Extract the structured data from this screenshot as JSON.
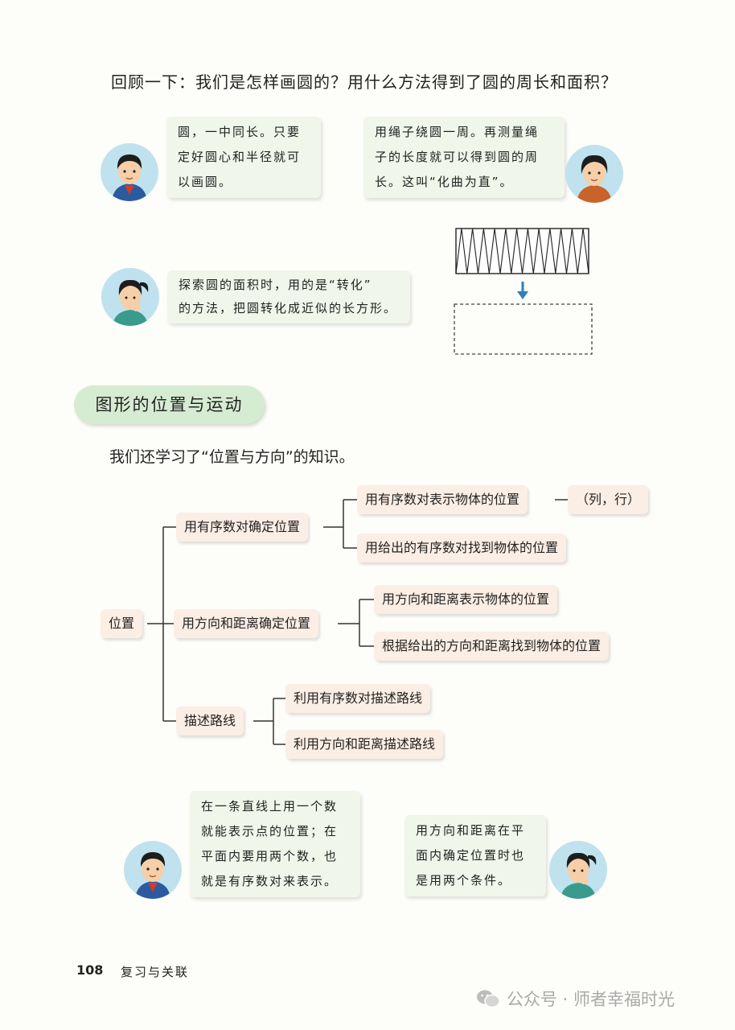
{
  "question": "回顾一下：我们是怎样画圆的？用什么方法得到了圆的周长和面积？",
  "bubbles": {
    "b1": [
      "圆，一中同长。只要",
      "定好圆心和半径就可",
      "以画圆。"
    ],
    "b2": [
      "用绳子绕圆一周。再测量绳",
      "子的长度就可以得到圆的周",
      "长。这叫“化曲为直”。"
    ],
    "b3": [
      "探索圆的面积时，用的是“转化”",
      "的方法，把圆转化成近似的长方形。"
    ],
    "b4": [
      "在一条直线上用一个数",
      "就能表示点的位置；在",
      "平面内要用两个数，也",
      "就是有序数对来表示。"
    ],
    "b5": [
      "用方向和距离在平",
      "面内确定位置时也",
      "是用两个条件。"
    ]
  },
  "section_title": "图形的位置与运动",
  "intro": "我们还学习了“位置与方向”的知识。",
  "map": {
    "root": "位置",
    "branches": [
      {
        "label": "用有序数对确定位置",
        "children": [
          "用有序数对表示物体的位置",
          "用给出的有序数对找到物体的位置"
        ],
        "extra": "（列，行）"
      },
      {
        "label": "用方向和距离确定位置",
        "children": [
          "用方向和距离表示物体的位置",
          "根据给出的方向和距离找到物体的位置"
        ]
      },
      {
        "label": "描述路线",
        "children": [
          "利用有序数对描述路线",
          "利用方向和距离描述路线"
        ]
      }
    ]
  },
  "footer": {
    "page": "108",
    "title": "复习与关联"
  },
  "watermark": "公众号 · 师者幸福时光",
  "colors": {
    "bubble": "#f0f6ea",
    "node": "#fbeee4",
    "section": "#d6ecd2",
    "arrow": "#2f7fb5"
  }
}
